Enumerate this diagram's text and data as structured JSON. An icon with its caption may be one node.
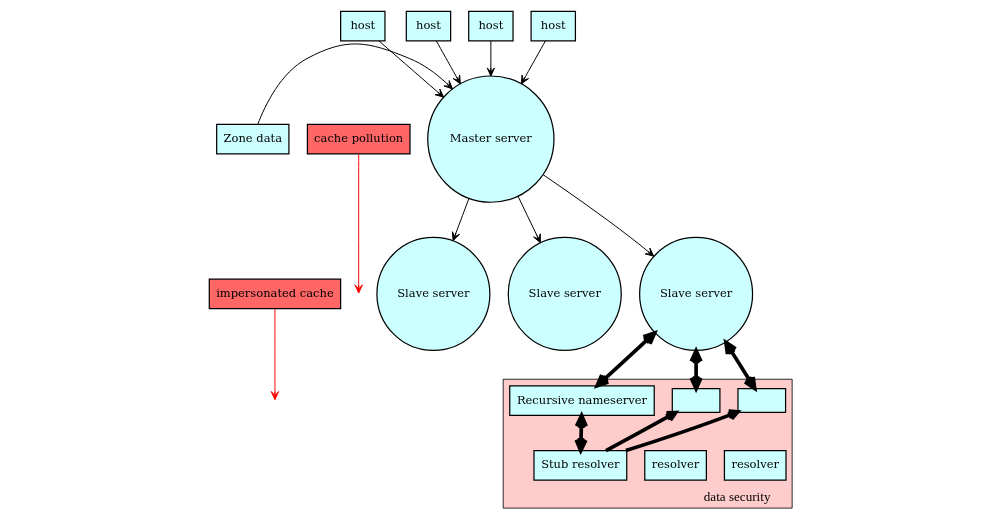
{
  "diagram": {
    "nodes": [
      {
        "text": [
          "host"
        ]
      },
      {
        "text": [
          "host"
        ]
      },
      {
        "text": [
          "host"
        ]
      },
      {
        "text": [
          "host"
        ]
      },
      {
        "text": [
          "Zone data"
        ]
      },
      {
        "text": [
          "Master server"
        ]
      },
      {
        "text": [
          "Slave server"
        ]
      },
      {
        "text": [
          "Slave server"
        ]
      },
      {
        "text": [
          "Slave server"
        ]
      },
      {
        "text": [
          "data security"
        ]
      },
      {
        "text": [
          "Recursive nameserver"
        ],
        "in": 9
      },
      {
        "text": [],
        "shape": "box",
        "in": 9
      },
      {
        "text": [],
        "shape": "box",
        "in": 9
      },
      {
        "text": [
          "Stub resolver"
        ],
        "in": 9
      },
      {
        "text": [
          "resolver"
        ],
        "in": 9
      },
      {
        "text": [
          "resolver"
        ],
        "in": 9
      },
      {
        "text": [
          "cache pollution"
        ]
      },
      {
        "text": [
          "impersonated cache"
        ]
      }
    ],
    "edges": [
      {
        "from": 0,
        "to": 5,
        "arrow": "to"
      },
      {
        "from": 1,
        "to": 5,
        "arrow": "to"
      },
      {
        "from": 2,
        "to": 5,
        "arrow": "to"
      },
      {
        "from": 3,
        "to": 5,
        "arrow": "to"
      },
      {
        "from": 4,
        "to": 5,
        "arrow": "to"
      },
      {
        "from": 5,
        "to": 6,
        "arrow": "to"
      },
      {
        "from": 5,
        "to": 7,
        "arrow": "to"
      },
      {
        "from": 5,
        "to": 8,
        "arrow": "to"
      },
      {
        "from": 8,
        "to": 10,
        "arrow": "both",
        "style": "thick"
      },
      {
        "from": 8,
        "to": 11,
        "arrow": "both",
        "style": "thick"
      },
      {
        "from": 8,
        "to": 12,
        "arrow": "both",
        "style": "thick"
      },
      {
        "from": 13,
        "to": 10,
        "arrow": "both",
        "style": "thick"
      },
      {
        "from": 13,
        "to": 11,
        "arrow": "to",
        "style": "thick"
      },
      {
        "from": 13,
        "to": 12,
        "arrow": "to",
        "style": "thick"
      },
      {
        "from": 16,
        "to": null,
        "arrow": "to",
        "color": "#ff0000"
      },
      {
        "from": 17,
        "to": null,
        "arrow": "to",
        "color": "#ff0000"
      }
    ]
  }
}
